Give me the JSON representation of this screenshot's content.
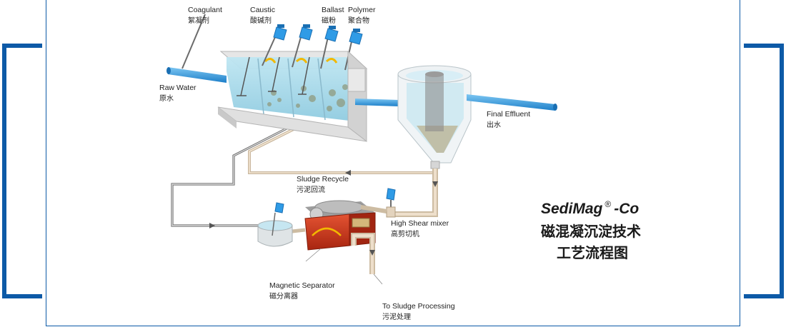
{
  "labels": {
    "coagulant_en": "Coagulant",
    "coagulant_zh": "絮凝剂",
    "caustic_en": "Caustic",
    "caustic_zh": "酸碱剂",
    "ballast_en": "Ballast",
    "ballast_zh": "磁粉",
    "polymer_en": "Polymer",
    "polymer_zh": "聚合物",
    "raw_water_en": "Raw Water",
    "raw_water_zh": "原水",
    "final_effluent_en": "Final Effluent",
    "final_effluent_zh": "出水",
    "sludge_recycle_en": "Sludge Recycle",
    "sludge_recycle_zh": "污泥回流",
    "high_shear_en": "High Shear mixer",
    "high_shear_zh": "高剪切机",
    "magnetic_sep_en": "Magnetic Separator",
    "magnetic_sep_zh": "磁分离器",
    "sludge_proc_en": "To Sludge Processing",
    "sludge_proc_zh": "污泥处理"
  },
  "title": {
    "brand": "SediMag",
    "registered": "®",
    "suffix": "-Co",
    "line2": "磁混凝沉淀技术",
    "line3": "工艺流程图"
  },
  "colors": {
    "frame_blue": "#0d5aa7",
    "pipe_blue": "#2b8fd8",
    "dosing_blue": "#2f9be6",
    "pipe_tan": "#e9d2b4",
    "separator_red": "#c8341c",
    "recycle_line": "#6b6b6b"
  }
}
